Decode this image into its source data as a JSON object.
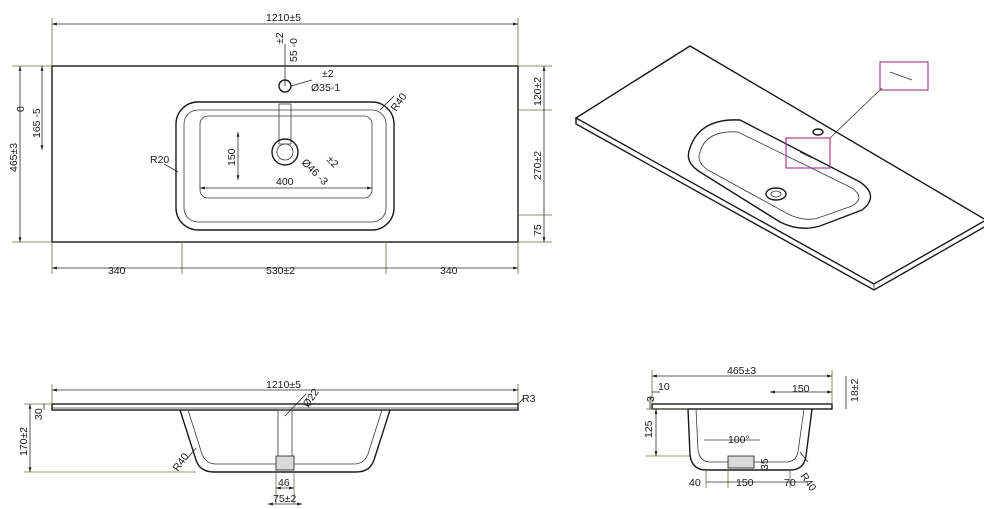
{
  "top_view": {
    "overall_width": "1210±5",
    "tap_hole_offset": "55 -0",
    "tap_hole_offset_tol": "±2",
    "tap_hole_diameter": "Ø35-1",
    "tap_hole_diameter_tol": "±2",
    "depth_left": "165 -5",
    "depth_left_zero": "0",
    "overall_depth": "465±3",
    "corner_radius_outer": "R40",
    "corner_radius_inner": "R20",
    "bowl_depth_inner": "150",
    "drain_diameter": "Ø46 -3",
    "drain_diameter_tol": "±2",
    "bowl_width_inner": "400",
    "right_top": "120±2",
    "right_mid": "270±2",
    "right_bottom": "75",
    "left_segment": "340",
    "bowl_width": "530±2",
    "right_segment": "340"
  },
  "front_section": {
    "overall_width": "1210±5",
    "overflow_diameter": "Ø22",
    "edge_radius": "R3",
    "slab_thickness": "30",
    "total_height": "170±2",
    "bowl_radius": "R40",
    "drain_inner": "46",
    "drain_outer": "75±2"
  },
  "side_section": {
    "overall_depth": "465±3",
    "front_lip": "10",
    "back_segment": "150",
    "right_height": "18±2",
    "left_small": "3",
    "bowl_height": "125",
    "drain_angle": "100°",
    "drain_height": "35",
    "bowl_radius": "R40",
    "bottom_left": "40",
    "bottom_mid": "150",
    "bottom_right": "70"
  }
}
